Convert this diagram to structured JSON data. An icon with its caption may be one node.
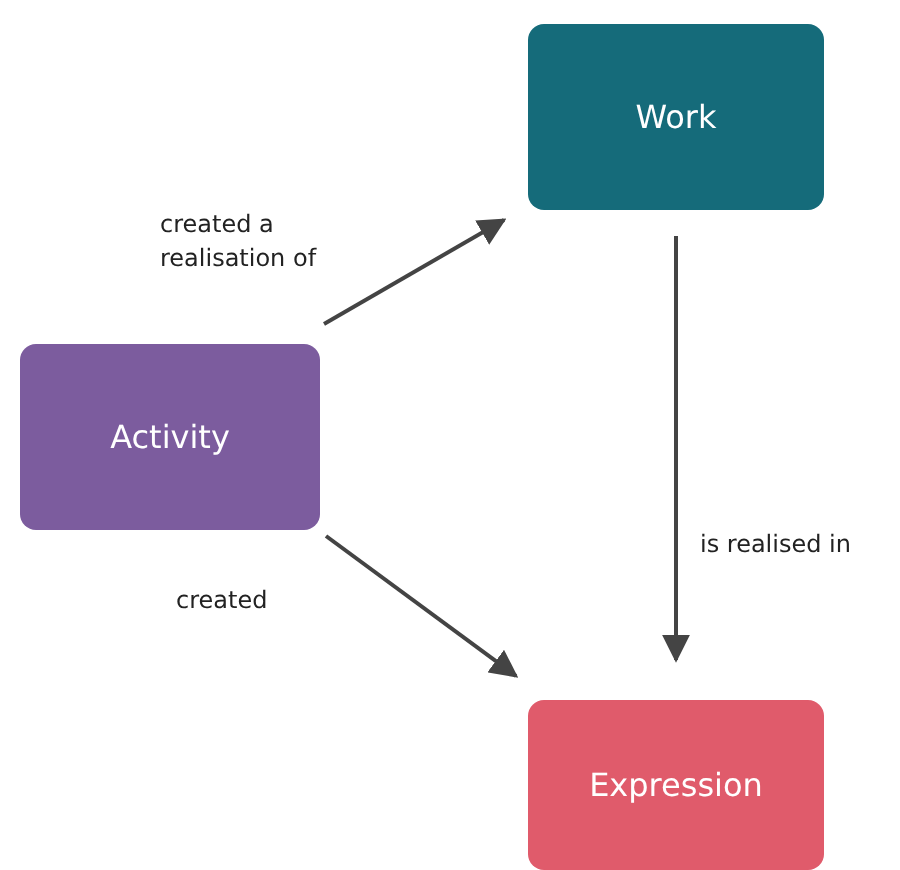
{
  "diagram": {
    "nodes": [
      {
        "text": [
          "Work"
        ]
      },
      {
        "text": [
          "Activity"
        ]
      },
      {
        "text": [
          "Expression"
        ]
      }
    ],
    "edges": [
      {
        "from": 1,
        "to": 0,
        "arrow": "to",
        "label": "created a realisation of"
      },
      {
        "from": 0,
        "to": 2,
        "arrow": "to",
        "label": "is realised in"
      },
      {
        "from": 1,
        "to": 2,
        "arrow": "to",
        "label": "created"
      }
    ]
  }
}
